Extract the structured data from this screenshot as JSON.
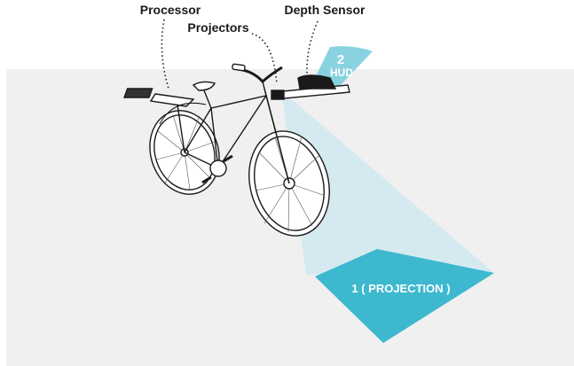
{
  "labels": {
    "processor": "Processor",
    "projectors": "Projectors",
    "depth_sensor": "Depth Sensor"
  },
  "hud": {
    "number": "2",
    "label": "HUD"
  },
  "projection": {
    "label": "1 ( PROJECTION )"
  },
  "colors": {
    "floor": "#f0f0f0",
    "accent": "#3db8cf",
    "beam": "#d4edf3",
    "line": "#1a1a1a"
  }
}
